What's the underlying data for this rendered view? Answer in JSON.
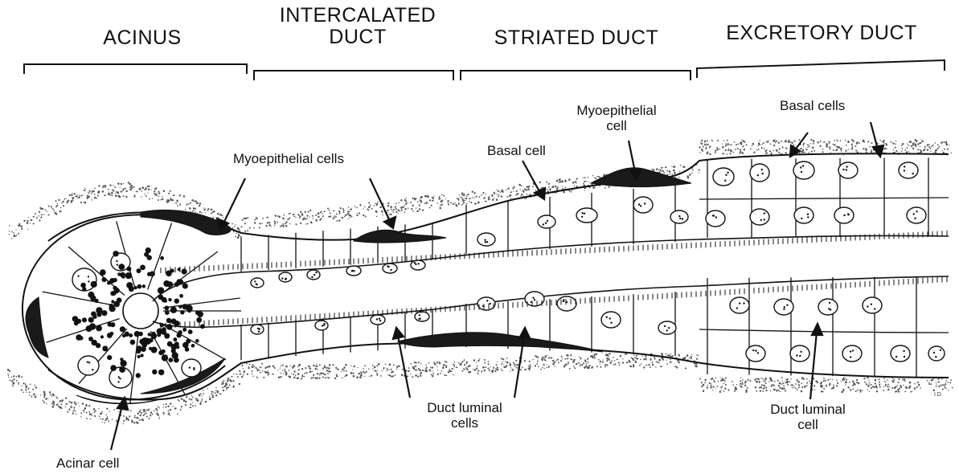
{
  "sections": [
    {
      "key": "acinus",
      "lines": [
        "ACINUS"
      ]
    },
    {
      "key": "intercalated",
      "lines": [
        "INTERCALATED",
        "DUCT"
      ]
    },
    {
      "key": "striated",
      "lines": [
        "STRIATED DUCT"
      ]
    },
    {
      "key": "excretory",
      "lines": [
        "EXCRETORY DUCT"
      ]
    }
  ],
  "labels": {
    "myoepithelial_cells": "Myoepithelial cells",
    "basal_cell": "Basal cell",
    "myoepithelial_cell_1": "Myoepithelial",
    "myoepithelial_cell_2": "cell",
    "basal_cells": "Basal cells",
    "duct_luminal_cells_1": "Duct luminal",
    "duct_luminal_cells_2": "cells",
    "duct_luminal_cell_1": "Duct luminal",
    "duct_luminal_cell_2": "cell",
    "acinar_cell": "Acinar cell"
  },
  "artist_mark": "I.D",
  "colors": {
    "ink": "#111111",
    "stipple": "#6b6b6b",
    "myoepithelial": "#1a1a1a",
    "background": "#ffffff"
  }
}
